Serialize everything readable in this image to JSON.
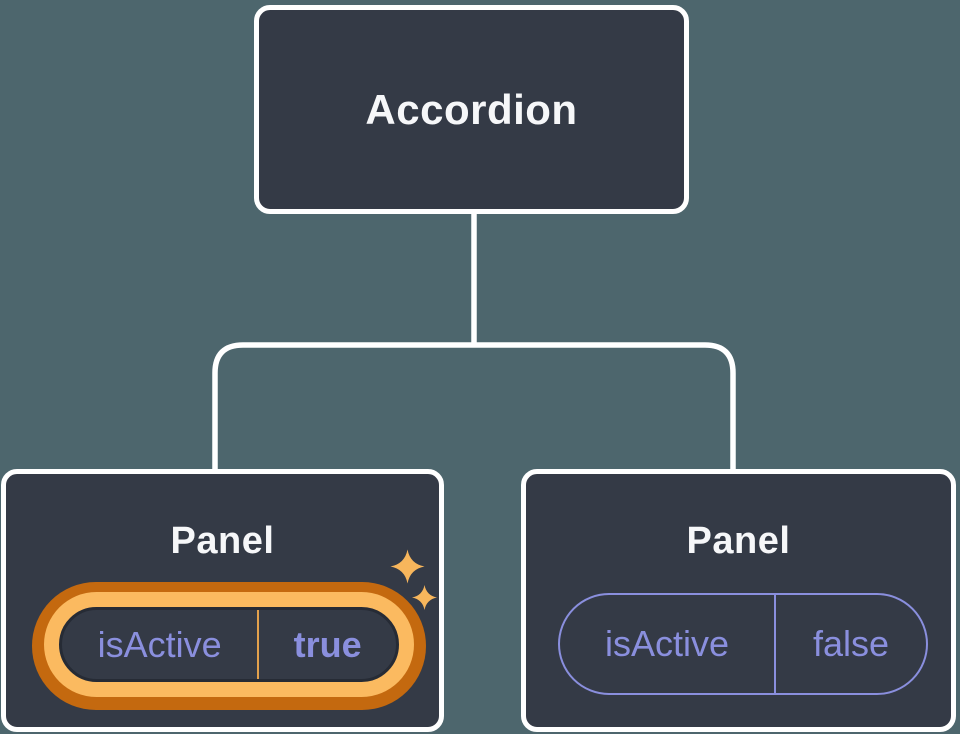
{
  "tree": {
    "root": {
      "label": "Accordion"
    },
    "children": [
      {
        "title": "Panel",
        "prop_name": "isActive",
        "prop_value": "true",
        "highlighted": true
      },
      {
        "title": "Panel",
        "prop_name": "isActive",
        "prop_value": "false",
        "highlighted": false
      }
    ]
  },
  "icons": [
    {
      "name": "sparkle-icon",
      "meaning": "state just changed / highlighted update"
    }
  ],
  "colors": {
    "background": "#4D666D",
    "node_fill": "#343A46",
    "node_border": "#FFFFFF",
    "connector": "#FFFFFF",
    "title_text": "#F6F7F9",
    "state_text": "#8A8FDE",
    "highlight_ring_outer": "#C4690F",
    "highlight_ring_inner": "#FBBA60",
    "highlight_divider": "#E3A14C",
    "sparkle": "#F7B65C"
  }
}
